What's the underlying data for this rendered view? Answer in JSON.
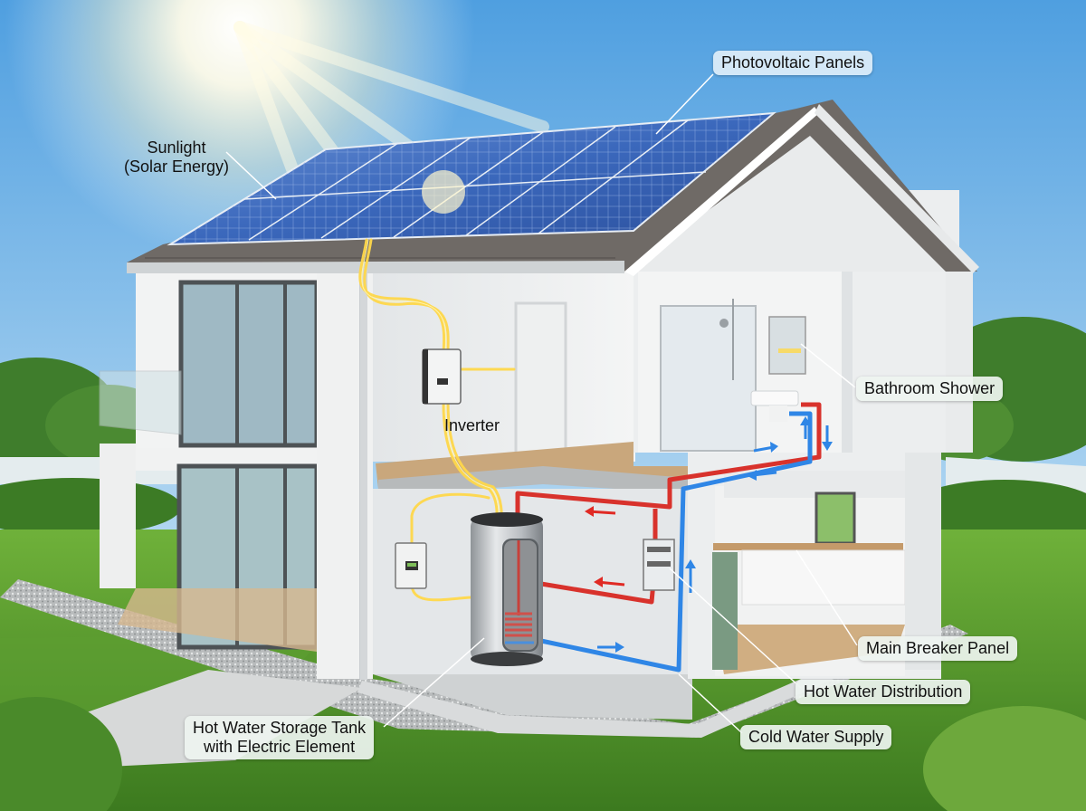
{
  "diagram": {
    "title": "Solar PV hot water system house cutaway",
    "colors": {
      "sky_top": "#5aa8e6",
      "sky_bottom": "#cfe6f5",
      "grass": "#4e8f2a",
      "solar_panel": "#3a66b8",
      "roof": "#6f6a66",
      "wall": "#eeeeec",
      "energy_flow": "#ffd84a",
      "hot_pipe": "#d8322c",
      "cold_pipe": "#2f86e6",
      "floor_wood": "#c9a77c"
    },
    "labels": {
      "photovoltaic_panels": "Photovoltaic Panels",
      "sunlight_line1": "Sunlight",
      "sunlight_line2": "(Solar Energy)",
      "inverter": "Inverter",
      "bathroom_shower": "Bathroom Shower",
      "main_breaker_panel": "Main Breaker Panel",
      "hot_water_distribution": "Hot Water Distribution",
      "cold_water_supply": "Cold Water Supply",
      "tank_line1": "Hot Water Storage Tank",
      "tank_line2": "with Electric Element"
    },
    "flows": [
      {
        "name": "electricity",
        "from": "Photovoltaic Panels",
        "to": "Inverter"
      },
      {
        "name": "electricity",
        "from": "Inverter",
        "to": "Hot Water Storage Tank"
      },
      {
        "name": "hot water",
        "from": "Hot Water Storage Tank",
        "to": "Bathroom Shower"
      },
      {
        "name": "cold water",
        "from": "Cold Water Supply",
        "to": "Hot Water Storage Tank"
      }
    ]
  }
}
